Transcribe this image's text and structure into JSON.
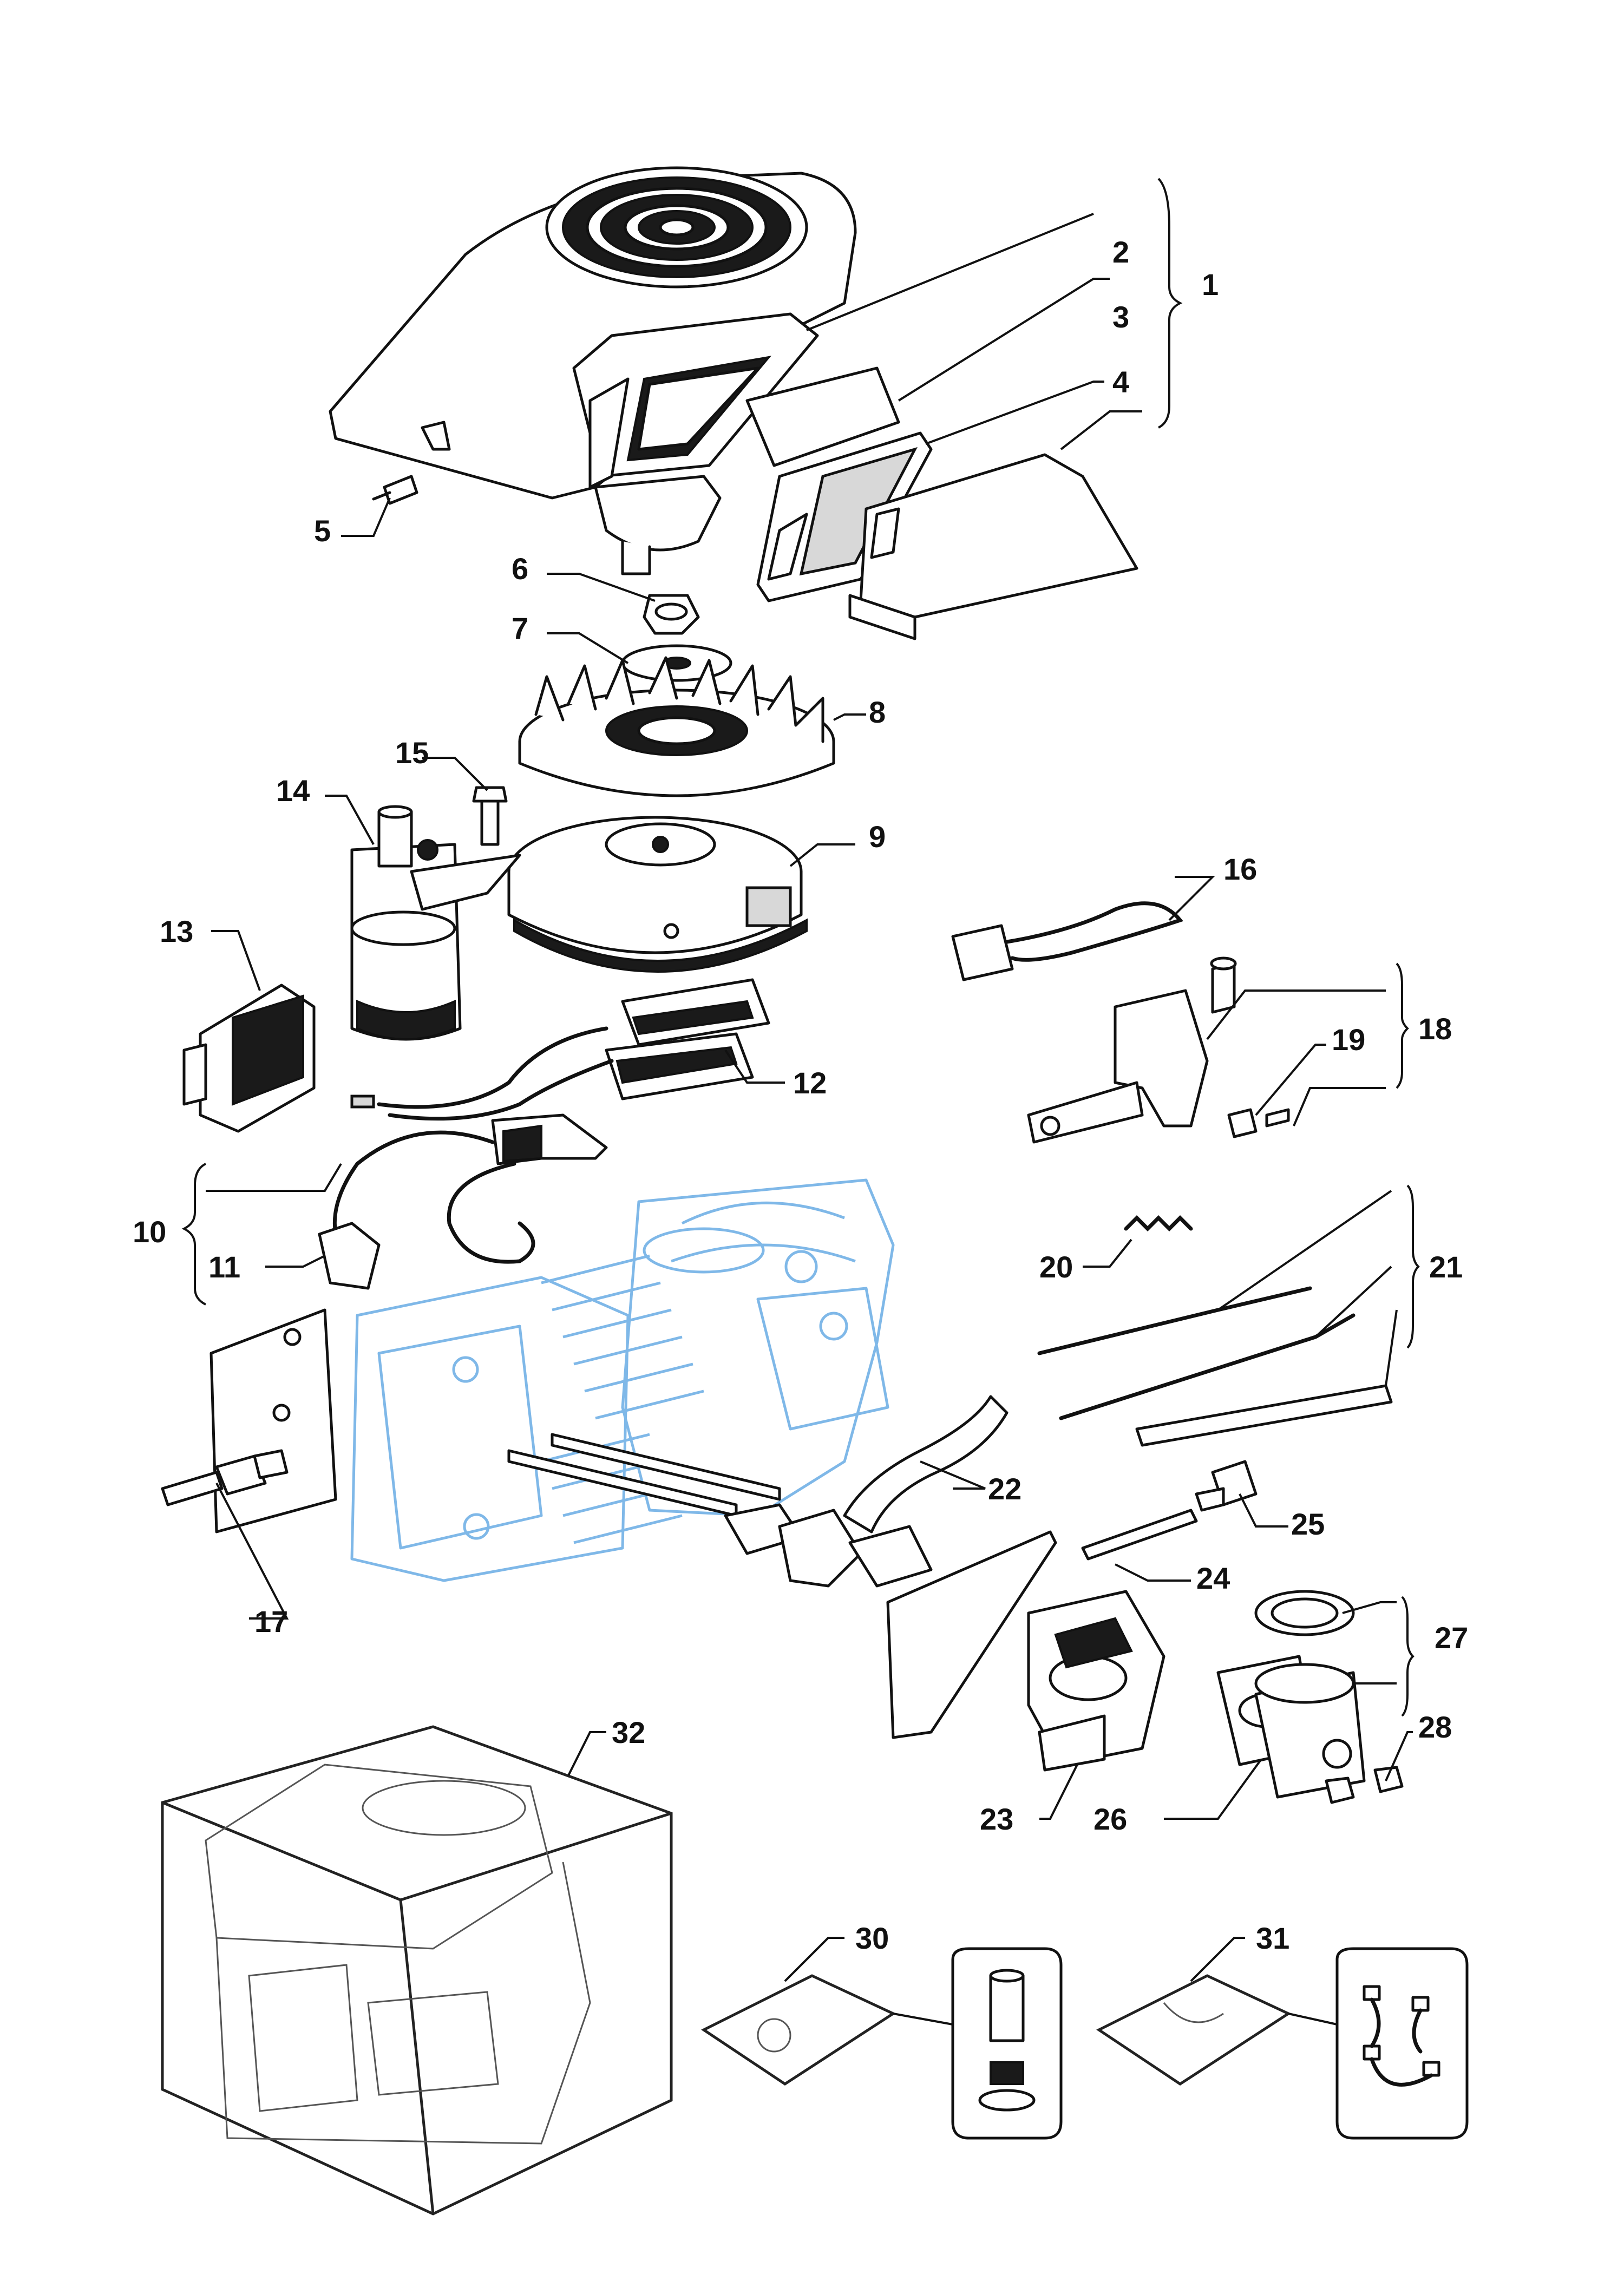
{
  "callouts": {
    "c1": "1",
    "c2": "2",
    "c3": "3",
    "c4": "4",
    "c5": "5",
    "c6": "6",
    "c7": "7",
    "c8": "8",
    "c9": "9",
    "c10": "10",
    "c11": "11",
    "c12": "12",
    "c13": "13",
    "c14": "14",
    "c15": "15",
    "c16": "16",
    "c17": "17",
    "c18": "18",
    "c19": "19",
    "c20": "20",
    "c21": "21",
    "c22": "22",
    "c23": "23",
    "c24": "24",
    "c25": "25",
    "c26": "26",
    "c27": "27",
    "c28": "28",
    "c30": "30",
    "c31": "31",
    "c32": "32"
  },
  "colors": {
    "line": "#111111",
    "engine_ghost": "#7fb8e8",
    "background": "#ffffff"
  }
}
